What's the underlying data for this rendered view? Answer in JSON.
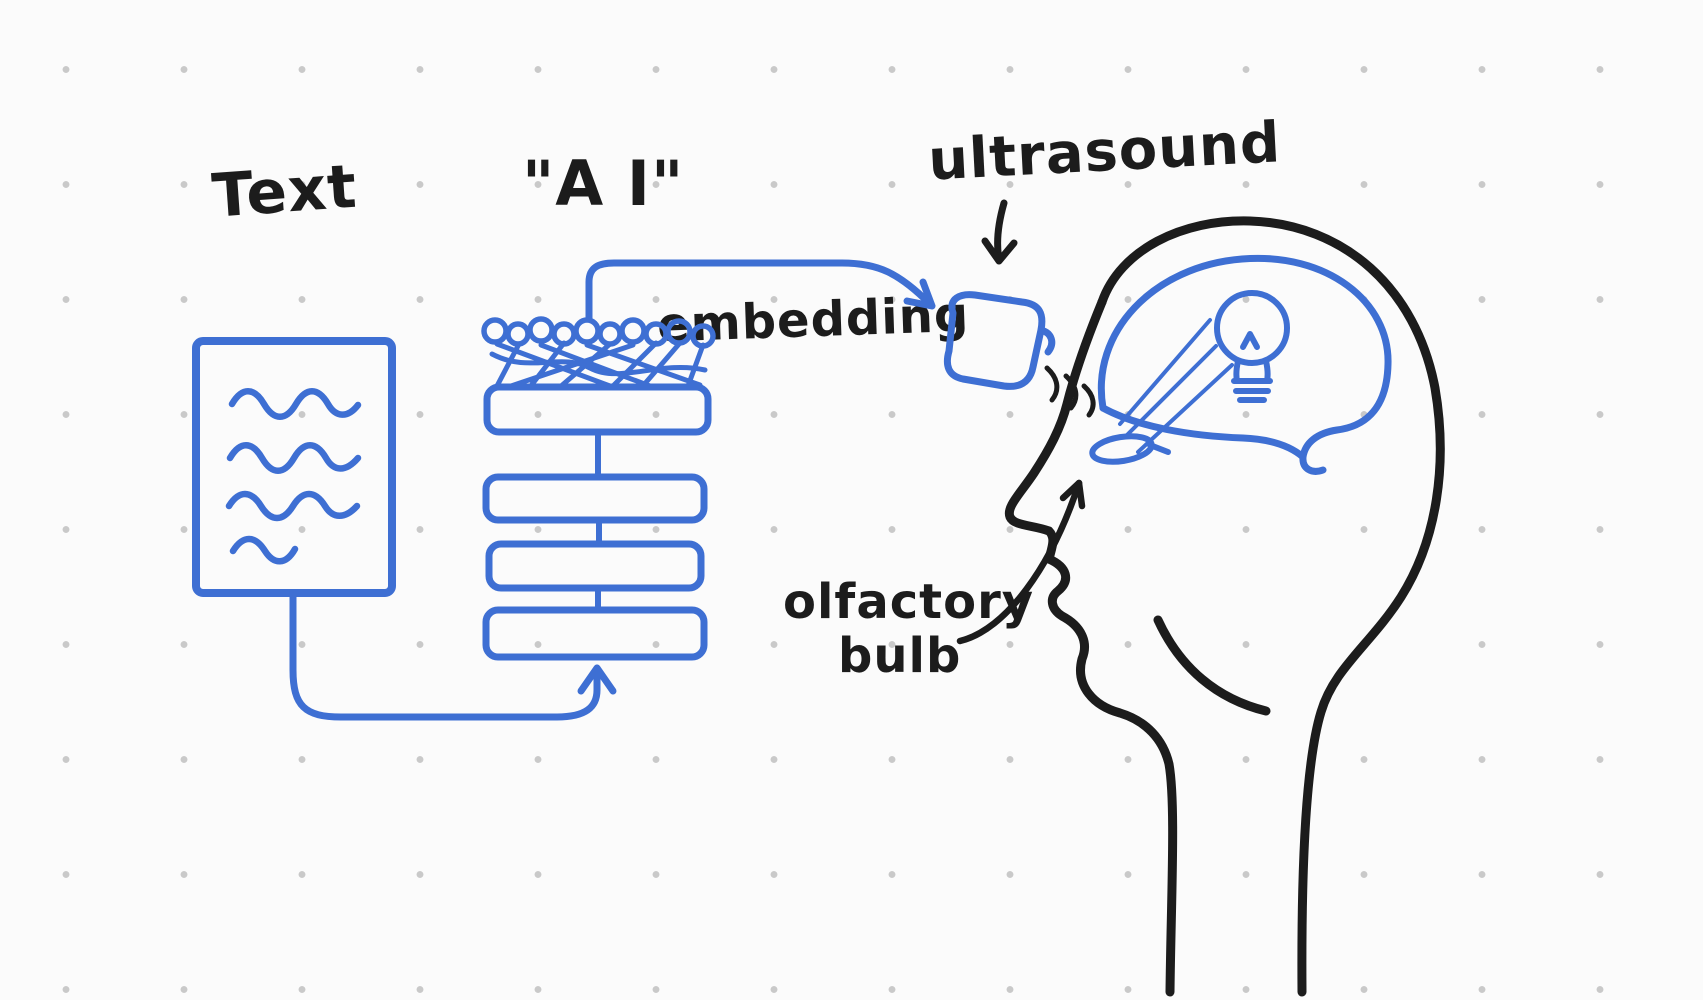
{
  "canvas": {
    "type": "hand-drawn whiteboard sketch",
    "background": "#fbfbfb"
  },
  "colors": {
    "ink_black": "#1c1c1c",
    "ink_blue": "#3e6fd3",
    "background": "#fbfbfb",
    "dot_grid": "#c9c9c9"
  },
  "labels": {
    "text": "Text",
    "ai": "\"A I\"",
    "embedding": "embedding",
    "ultrasound": "ultrasound",
    "olfactory_line1": "olfactory",
    "olfactory_line2": "bulb"
  },
  "connections": [
    {
      "from": "text-document",
      "to": "neural-network",
      "style": "blue curved arrow"
    },
    {
      "from": "neural-network",
      "to": "ultrasound-transducer",
      "style": "blue arrow",
      "label": "embedding"
    },
    {
      "from": "ultrasound-label",
      "to": "ultrasound-transducer",
      "style": "black down arrow"
    },
    {
      "from": "olfactory-bulb-label",
      "to": "olfactory-bulb",
      "style": "black curved arrow"
    },
    {
      "from": "lightbulb",
      "to": "olfactory-bulb",
      "style": "blue beam lines"
    }
  ]
}
